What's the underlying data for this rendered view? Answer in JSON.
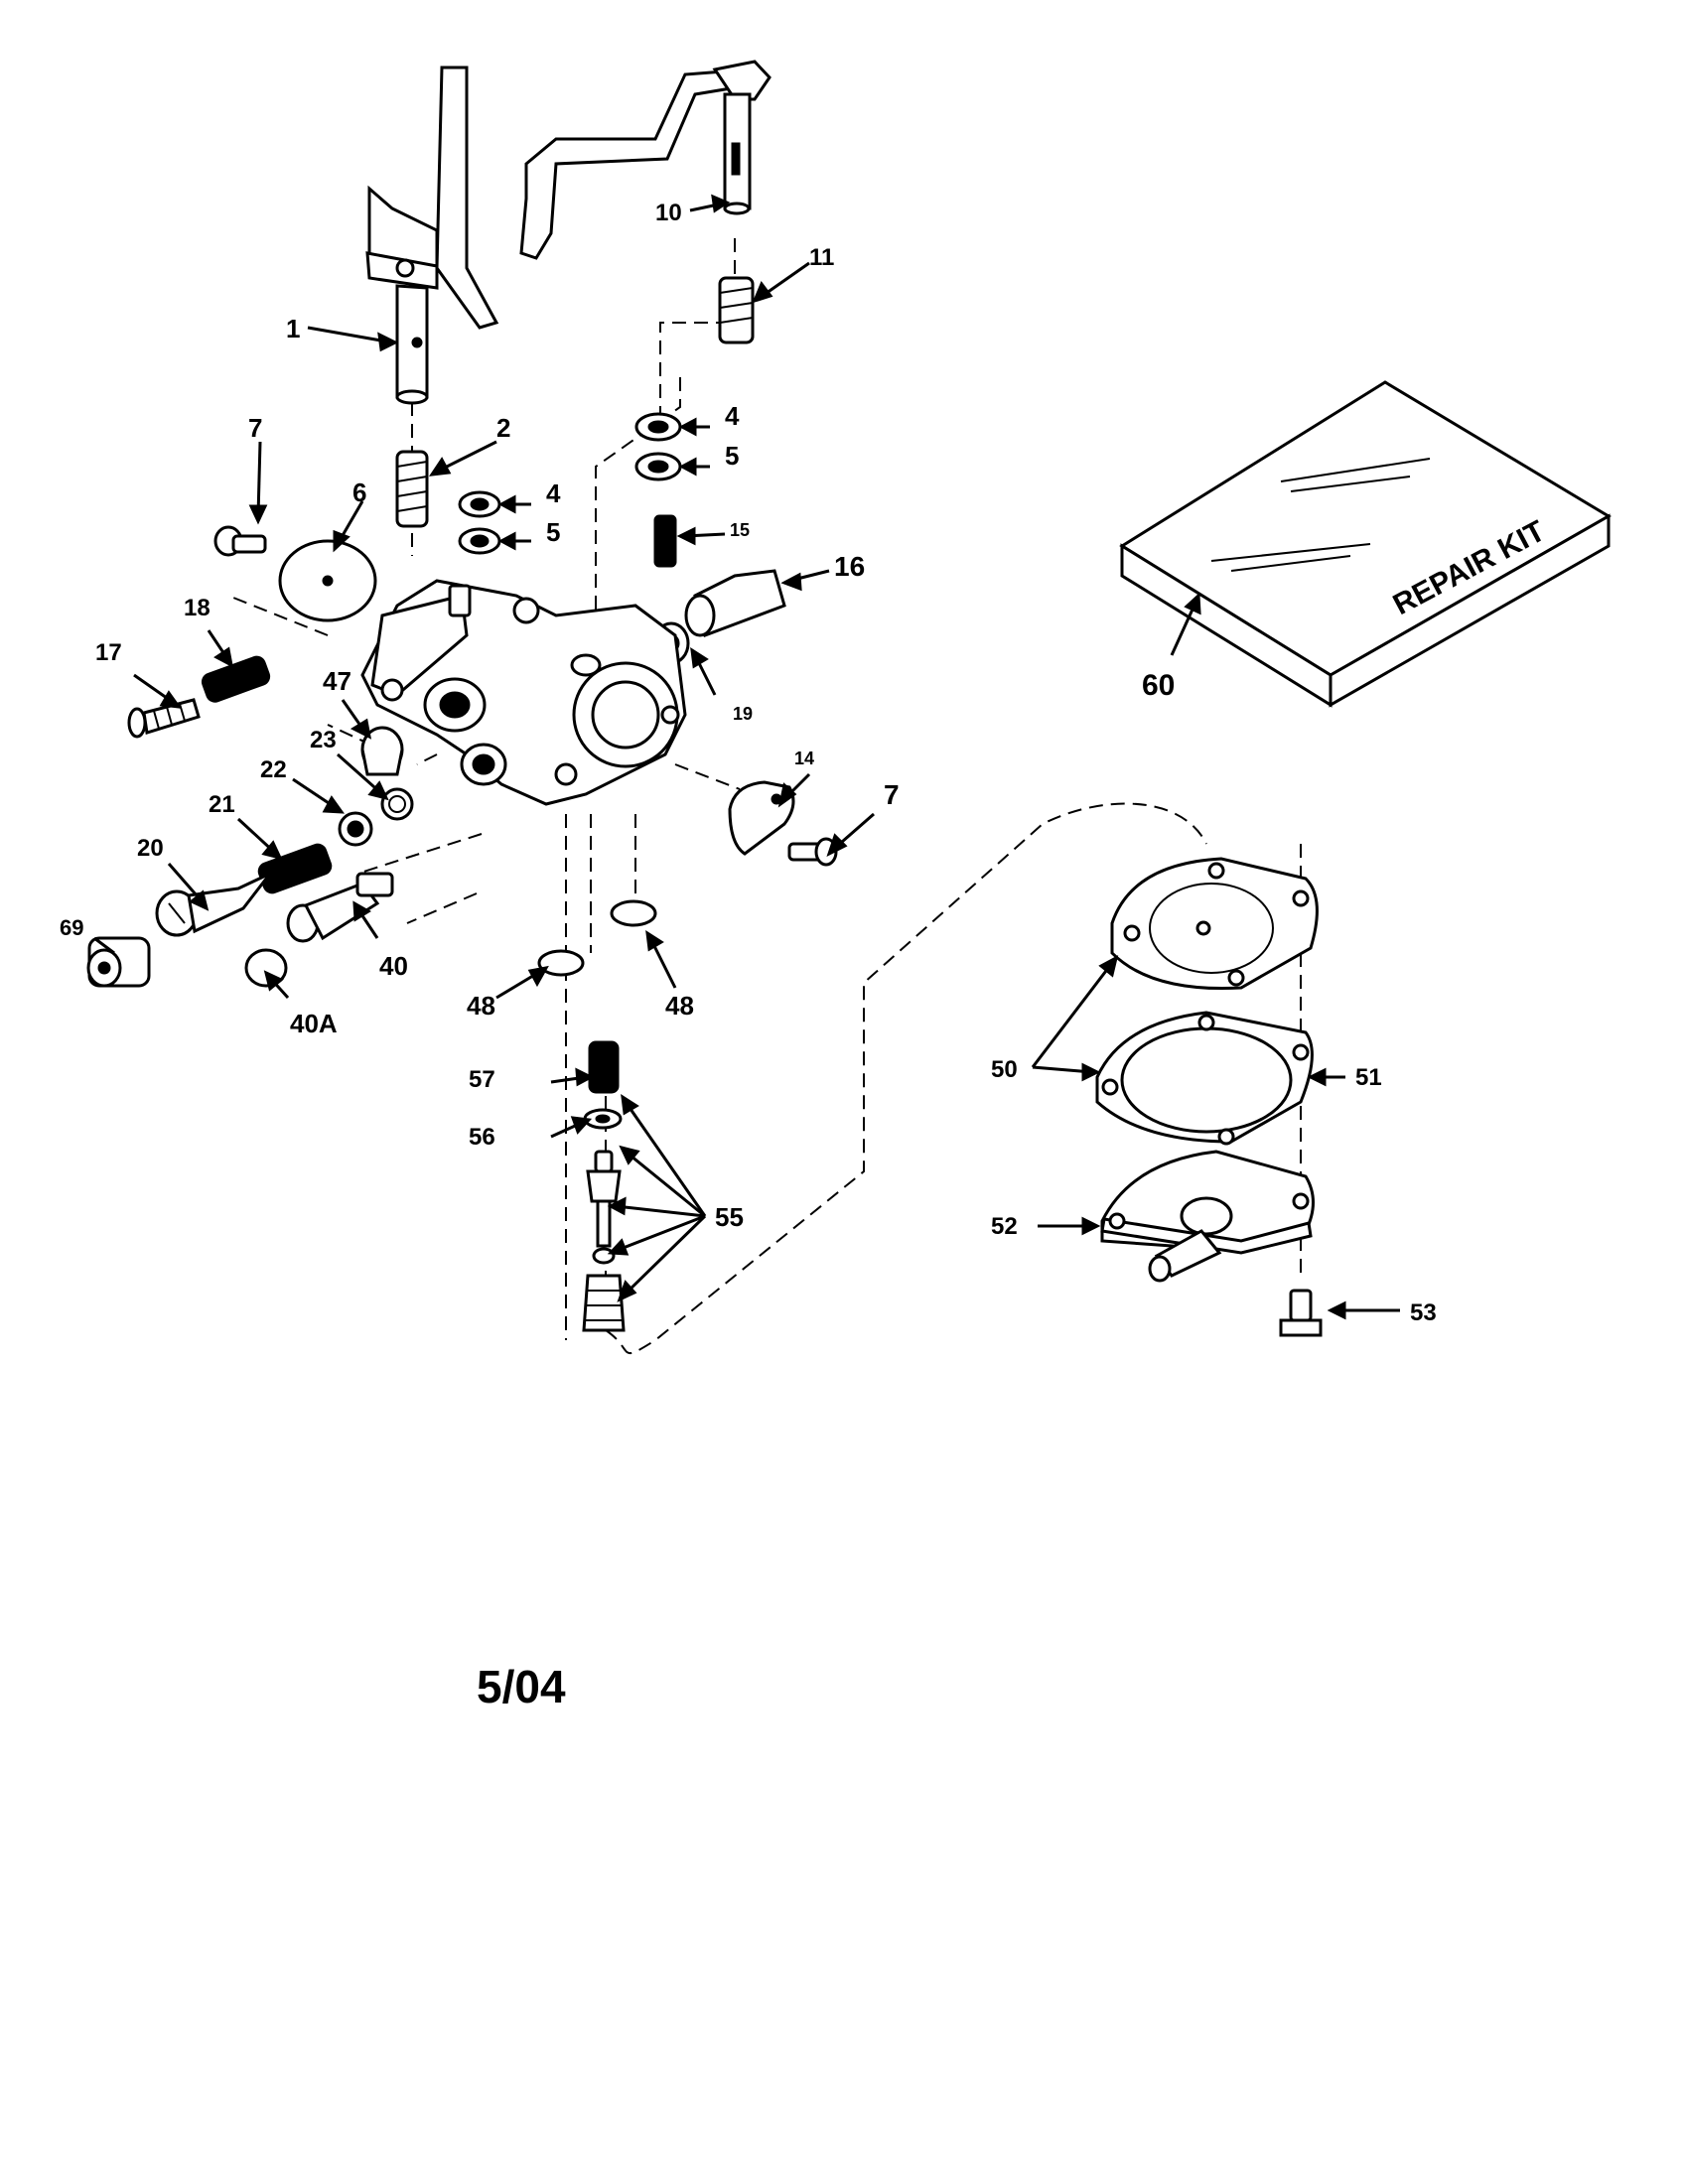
{
  "callouts": [
    {
      "id": "1",
      "label": "1"
    },
    {
      "id": "2",
      "label": "2"
    },
    {
      "id": "4a",
      "label": "4"
    },
    {
      "id": "5a",
      "label": "5"
    },
    {
      "id": "4b",
      "label": "4"
    },
    {
      "id": "5b",
      "label": "5"
    },
    {
      "id": "6",
      "label": "6"
    },
    {
      "id": "7a",
      "label": "7"
    },
    {
      "id": "7b",
      "label": "7"
    },
    {
      "id": "10",
      "label": "10"
    },
    {
      "id": "11",
      "label": "11"
    },
    {
      "id": "14",
      "label": "14"
    },
    {
      "id": "15",
      "label": "15"
    },
    {
      "id": "16",
      "label": "16"
    },
    {
      "id": "17",
      "label": "17"
    },
    {
      "id": "18",
      "label": "18"
    },
    {
      "id": "19",
      "label": "19"
    },
    {
      "id": "20",
      "label": "20"
    },
    {
      "id": "21",
      "label": "21"
    },
    {
      "id": "22",
      "label": "22"
    },
    {
      "id": "23",
      "label": "23"
    },
    {
      "id": "40",
      "label": "40"
    },
    {
      "id": "40A",
      "label": "40A"
    },
    {
      "id": "47",
      "label": "47"
    },
    {
      "id": "48a",
      "label": "48"
    },
    {
      "id": "48b",
      "label": "48"
    },
    {
      "id": "50",
      "label": "50"
    },
    {
      "id": "51",
      "label": "51"
    },
    {
      "id": "52",
      "label": "52"
    },
    {
      "id": "53",
      "label": "53"
    },
    {
      "id": "55",
      "label": "55"
    },
    {
      "id": "56",
      "label": "56"
    },
    {
      "id": "57",
      "label": "57"
    },
    {
      "id": "60",
      "label": "60"
    },
    {
      "id": "69",
      "label": "69"
    }
  ],
  "repair_kit": {
    "label": "REPAIR KIT"
  },
  "footer": {
    "date_code": "5/04"
  }
}
